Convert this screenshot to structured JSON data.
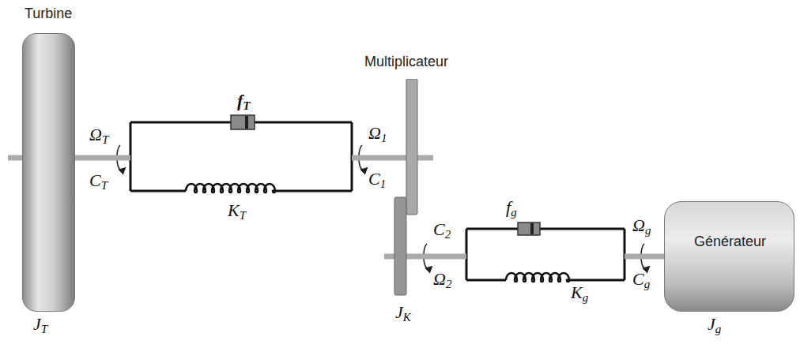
{
  "diagram": {
    "nodes": [
      {
        "text": [
          "Turbine"
        ]
      },
      {
        "text": [
          "Multiplicateur"
        ]
      },
      {
        "text": [
          "Générateur"
        ]
      }
    ],
    "edges": [
      {
        "from": 0,
        "to": 1,
        "arrow": "none"
      },
      {
        "from": 1,
        "to": 2,
        "arrow": "none"
      }
    ],
    "labels": [
      "fT",
      "ΩT",
      "CT",
      "KT",
      "Ω1",
      "C1",
      "C2",
      "Ω2",
      "fg",
      "Kg",
      "Ωg",
      "Cg",
      "JT",
      "JK",
      "Jg"
    ]
  }
}
